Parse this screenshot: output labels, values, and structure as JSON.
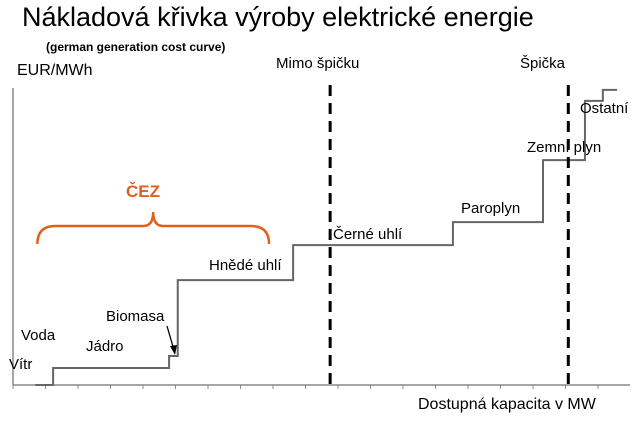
{
  "chart_data": {
    "type": "line",
    "subtype": "step",
    "title": "Nákladová křivka výroby elektrické energie",
    "subtitle": "(german generation cost curve)",
    "xlabel": "Dostupná kapacita v MW",
    "ylabel": "EUR/MWh",
    "xlim": [
      0,
      100
    ],
    "ylim": [
      0,
      100
    ],
    "grid": false,
    "steps": [
      {
        "x": 3.6,
        "y": 0
      },
      {
        "x": 6.5,
        "y": 5.4
      },
      {
        "x": 25.3,
        "y": 9.2
      },
      {
        "x": 26.7,
        "y": 33.3
      },
      {
        "x": 45.4,
        "y": 44.4
      },
      {
        "x": 71.3,
        "y": 51.7
      },
      {
        "x": 85.9,
        "y": 71.4
      },
      {
        "x": 92.7,
        "y": 90.2
      },
      {
        "x": 95.6,
        "y": 93.7
      },
      {
        "x": 97.9,
        "y": 93.7
      }
    ],
    "tick_count": 19,
    "annotations": [
      {
        "id": "vitr",
        "text": "Vítr"
      },
      {
        "id": "voda",
        "text": "Voda"
      },
      {
        "id": "jadro",
        "text": "Jádro"
      },
      {
        "id": "biomasa",
        "text": "Biomasa"
      },
      {
        "id": "hnede",
        "text": "Hnědé uhlí"
      },
      {
        "id": "cerne",
        "text": "Černé uhlí"
      },
      {
        "id": "paroplyn",
        "text": "Paroplyn"
      },
      {
        "id": "zemni",
        "text": "Zemní plyn"
      },
      {
        "id": "ostatni",
        "text": "Ostatní"
      }
    ],
    "vertical_lines": [
      {
        "x": 51.4,
        "label": "Mimo špičku"
      },
      {
        "x": 90.0,
        "label": "Špička"
      }
    ],
    "bracket": {
      "label": "ČEZ",
      "x_range": [
        2,
        41.5
      ],
      "color": "#e0601c"
    }
  }
}
